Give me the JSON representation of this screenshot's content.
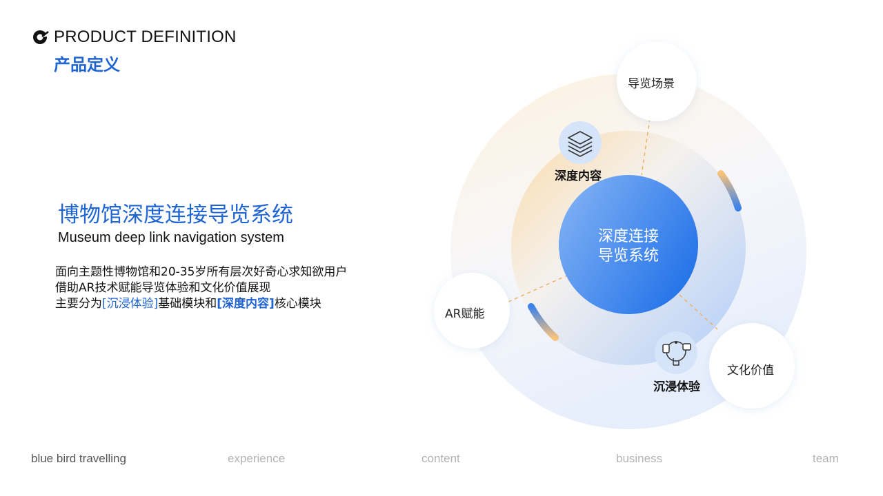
{
  "header": {
    "en_title": "PRODUCT DEFINITION",
    "cn_title": "产品定义"
  },
  "main": {
    "title": "博物馆深度连接导览系统",
    "subtitle": "Museum deep link navigation system",
    "desc_line1": "面向主题性博物馆和20-35岁所有层次好奇心求知欲用户",
    "desc_line2": "借助AR技术赋能导览体验和文化价值展现",
    "desc_line3_pre": "主要分为",
    "desc_line3_hl1": "[沉浸体验]",
    "desc_line3_mid": "基础模块和",
    "desc_line3_hl2": "[深度内容]",
    "desc_line3_post": "核心模块"
  },
  "diagram": {
    "center_line1": "深度连接",
    "center_line2": "导览系统",
    "node_deep": "深度内容",
    "node_immersive": "沉浸体验",
    "outer_scene": "导览场景",
    "outer_ar": "AR赋能",
    "outer_culture": "文化价值",
    "colors": {
      "primary": "#1e64d2",
      "accent_orange": "#f5a94a"
    }
  },
  "footer": {
    "items": [
      "blue bird travelling",
      "experience",
      "content",
      "business",
      "team"
    ]
  }
}
